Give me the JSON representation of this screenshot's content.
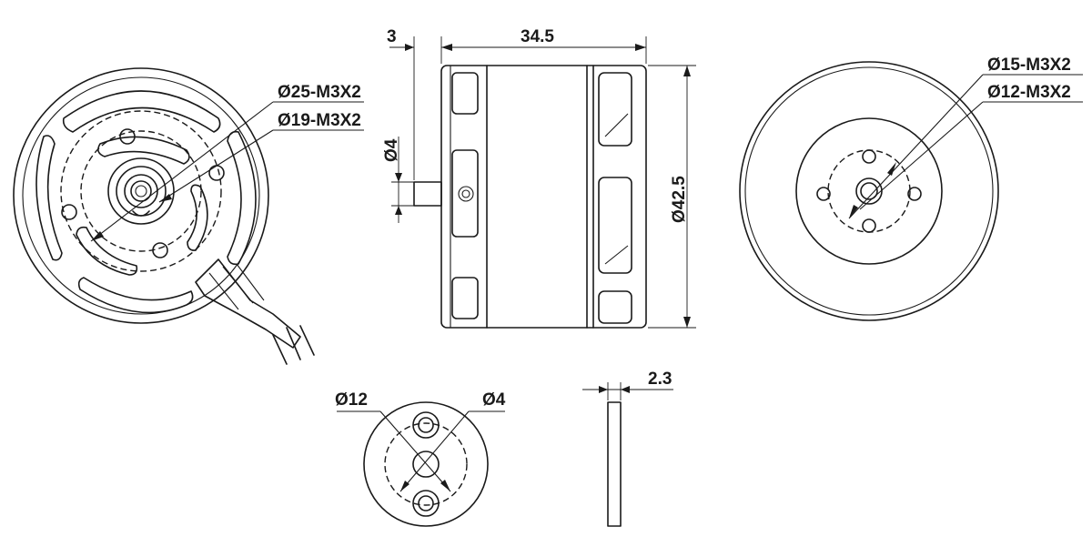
{
  "rear_view": {
    "callout_outer": "Ø25-M3X2",
    "callout_inner": "Ø19-M3X2"
  },
  "side_view": {
    "dim_shaft_protrusion": "3",
    "dim_length": "34.5",
    "dim_shaft_diameter": "Ø4",
    "dim_body_diameter": "Ø42.5"
  },
  "front_view": {
    "callout_outer": "Ø15-M3X2",
    "callout_inner": "Ø12-M3X2"
  },
  "adapter_view": {
    "dim_bolt_circle": "Ø12",
    "dim_bore": "Ø4"
  },
  "adapter_side_view": {
    "dim_thickness": "2.3"
  }
}
